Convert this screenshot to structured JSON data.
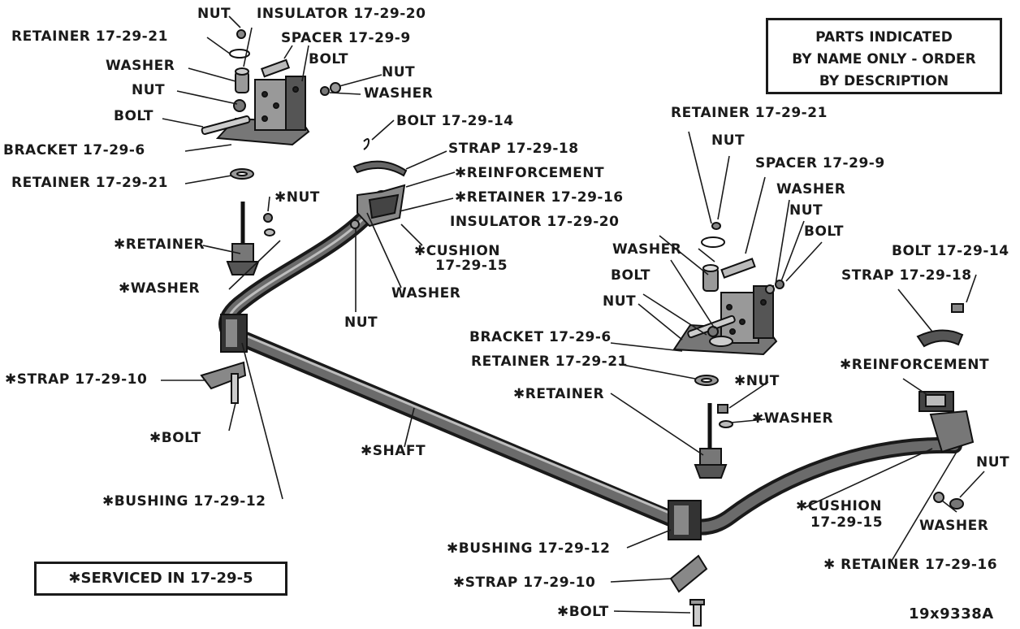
{
  "parts_box": {
    "lines": [
      "PARTS INDICATED",
      "BY NAME ONLY - ORDER",
      "BY DESCRIPTION"
    ]
  },
  "serviced_box": {
    "text": "✱SERVICED IN 17-29-5"
  },
  "figure_number": "19x9338A",
  "labels": {
    "nut_top": "NUT",
    "insulator_top": "INSULATOR 17-29-20",
    "retainer_top": "RETAINER 17-29-21",
    "spacer_top": "SPACER 17-29-9",
    "washer_top_left": "WASHER",
    "bolt_top": "BOLT",
    "nut_mid_left": "NUT",
    "nut_top_right": "NUT",
    "washer_top_right": "WASHER",
    "bolt_left": "BOLT",
    "bolt_17_29_14_left": "BOLT 17-29-14",
    "bracket_left": "BRACKET 17-29-6",
    "strap_17_29_18_left": "STRAP 17-29-18",
    "retainer_21_left": "RETAINER 17-29-21",
    "reinforcement_left": "✱REINFORCEMENT",
    "nut_star_left": "✱NUT",
    "retainer_16_left": "✱RETAINER 17-29-16",
    "retainer_star_left": "✱RETAINER",
    "insulator_mid": "INSULATOR 17-29-20",
    "cushion_left": "✱CUSHION",
    "cushion_left_num": "17-29-15",
    "washer_star_left": "✱WASHER",
    "washer_mid": "WASHER",
    "nut_bottom_mid": "NUT",
    "retainer_21_right": "RETAINER 17-29-21",
    "nut_right_top": "NUT",
    "spacer_right": "SPACER 17-29-9",
    "washer_right": "WASHER",
    "nut_right": "NUT",
    "bolt_right": "BOLT",
    "washer_right_mid": "WASHER",
    "bolt_right_mid": "BOLT",
    "nut_right_mid": "NUT",
    "bolt_17_29_14_right": "BOLT 17-29-14",
    "strap_17_29_18_right": "STRAP 17-29-18",
    "bracket_right": "BRACKET 17-29-6",
    "retainer_21_right_low": "RETAINER 17-29-21",
    "reinforcement_right": "✱REINFORCEMENT",
    "strap_10_left": "✱STRAP 17-29-10",
    "retainer_star_right": "✱RETAINER",
    "nut_star_right": "✱NUT",
    "washer_star_right": "✱WASHER",
    "bolt_star_left": "✱BOLT",
    "shaft": "✱SHAFT",
    "bushing_left": "✱BUSHING 17-29-12",
    "cushion_right": "✱CUSHION",
    "cushion_right_num": "17-29-15",
    "nut_far_right": "NUT",
    "washer_far_right": "WASHER",
    "bushing_bottom": "✱BUSHING 17-29-12",
    "retainer_16_right": "✱ RETAINER 17-29-16",
    "strap_10_bottom": "✱STRAP 17-29-10",
    "bolt_star_bottom": "✱BOLT"
  }
}
